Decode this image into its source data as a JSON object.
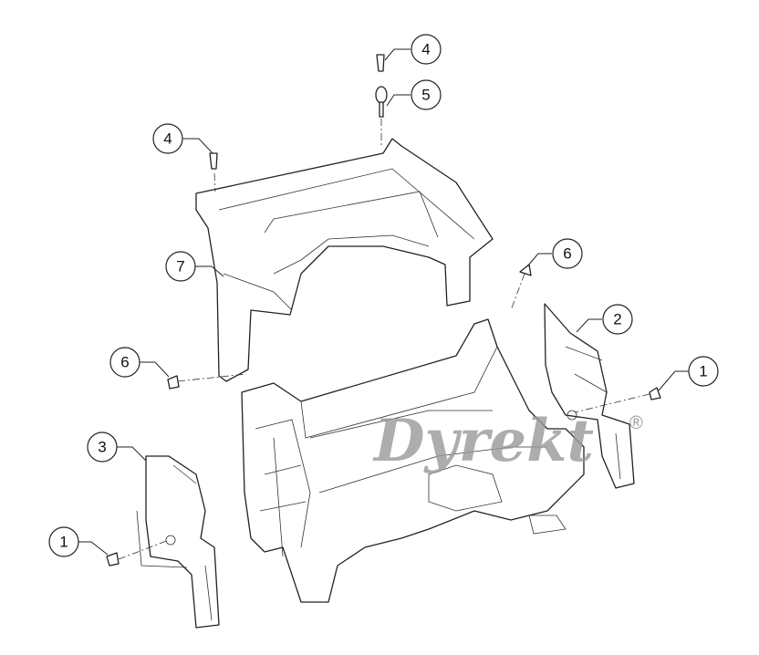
{
  "diagram": {
    "callouts": [
      {
        "id": "c4a",
        "label": "4"
      },
      {
        "id": "c5",
        "label": "5"
      },
      {
        "id": "c4b",
        "label": "4"
      },
      {
        "id": "c7",
        "label": "7"
      },
      {
        "id": "c6a",
        "label": "6"
      },
      {
        "id": "c6b",
        "label": "6"
      },
      {
        "id": "c2",
        "label": "2"
      },
      {
        "id": "c1a",
        "label": "1"
      },
      {
        "id": "c3",
        "label": "3"
      },
      {
        "id": "c1b",
        "label": "1"
      }
    ],
    "watermark": "Dyrekt",
    "watermark_mark": "®"
  }
}
